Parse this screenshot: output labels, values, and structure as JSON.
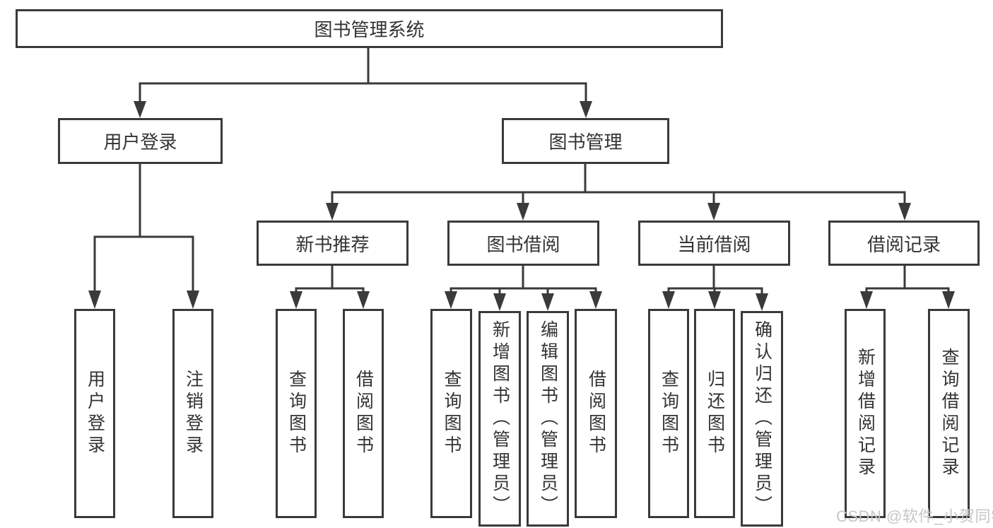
{
  "tree": {
    "root": "图书管理系统",
    "user_login": {
      "label": "用户登录",
      "children": [
        "用户登录",
        "注销登录"
      ]
    },
    "book_mgmt": {
      "label": "图书管理",
      "sections": [
        {
          "label": "新书推荐",
          "children": [
            "查询图书",
            "借阅图书"
          ]
        },
        {
          "label": "图书借阅",
          "children": [
            "查询图书",
            "新增图书（管理员）",
            "编辑图书（管理员）",
            "借阅图书"
          ]
        },
        {
          "label": "当前借阅",
          "children": [
            "查询图书",
            "归还图书",
            "确认归还（管理员）"
          ]
        },
        {
          "label": "借阅记录",
          "children": [
            "新增借阅记录",
            "查询借阅记录"
          ]
        }
      ]
    }
  },
  "watermark": "CSDN @软件_小贺同学",
  "colors": {
    "line": "#3a3a3a",
    "text": "#333333",
    "bg": "#ffffff",
    "wm": "#c6c6c6"
  }
}
